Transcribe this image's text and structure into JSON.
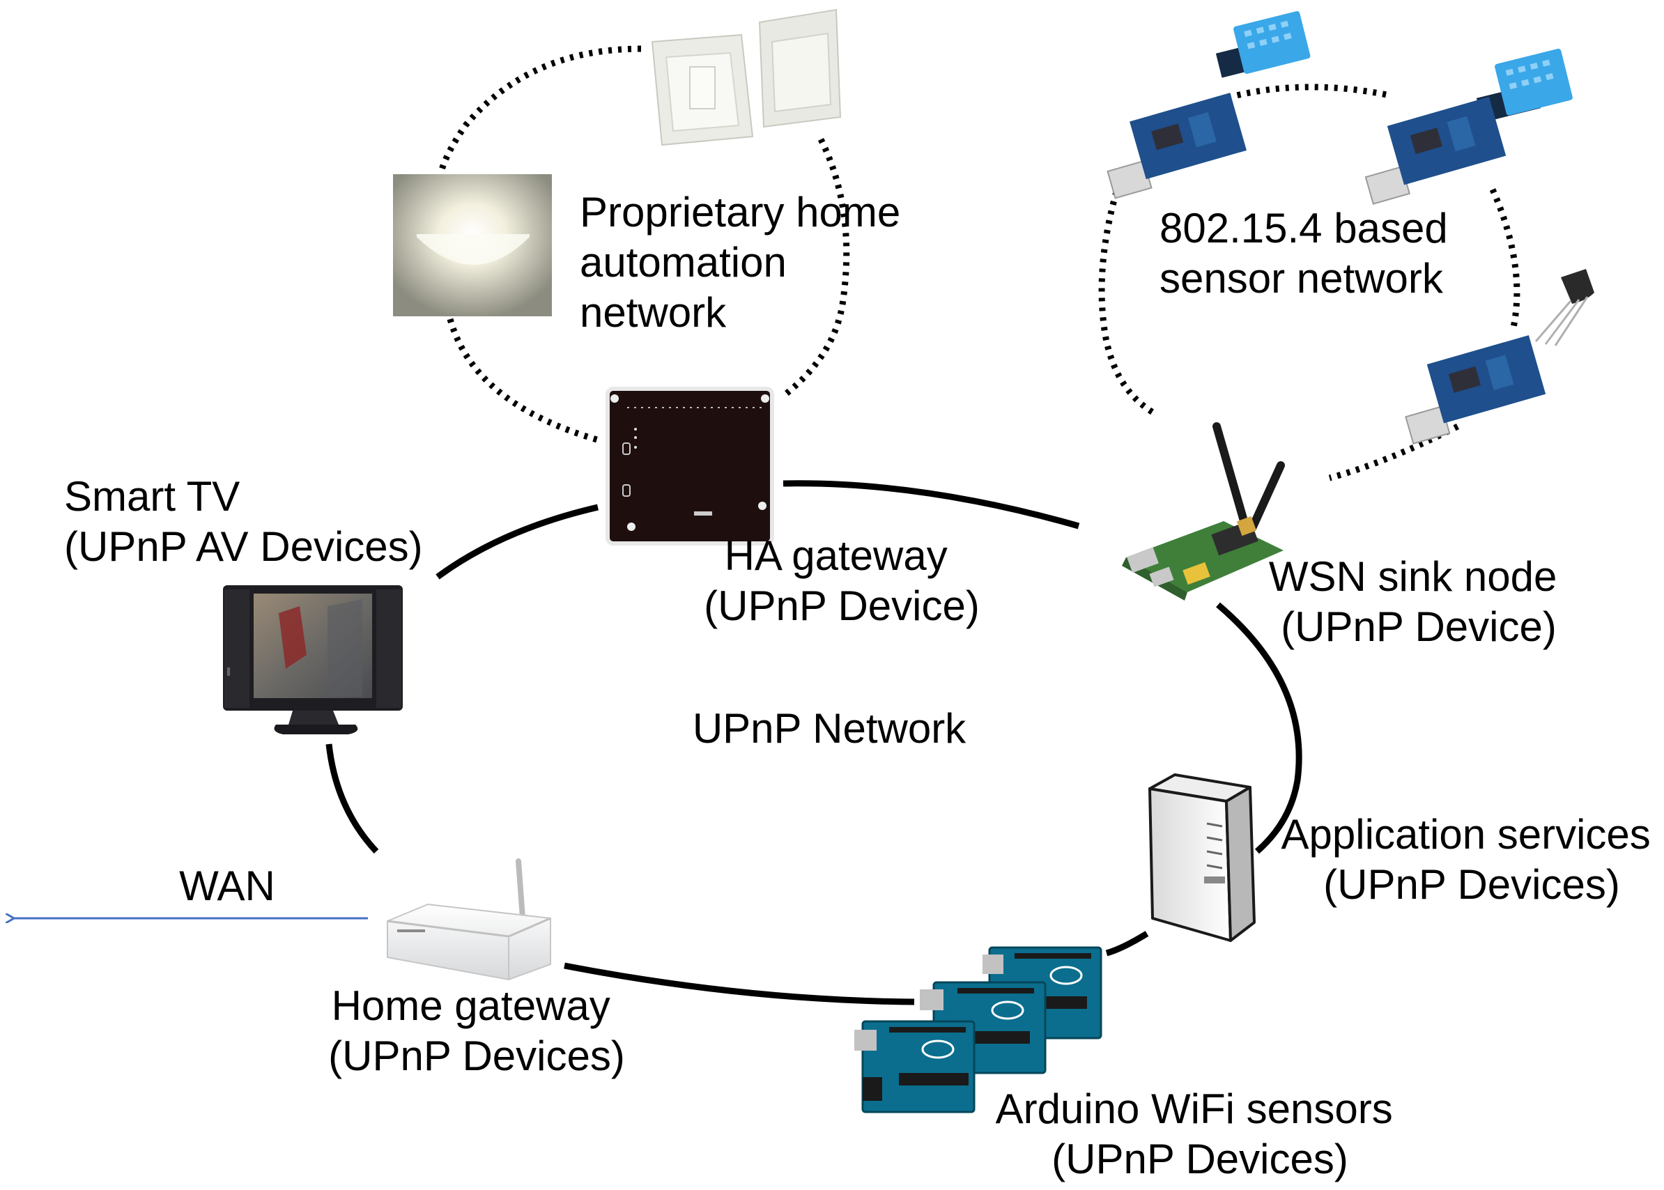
{
  "labels": {
    "proprietary_network": [
      "Proprietary home",
      "automation",
      "network"
    ],
    "sensor_network": [
      "802.15.4 based",
      "sensor network"
    ],
    "smart_tv": [
      "Smart TV",
      "(UPnP AV Devices)"
    ],
    "ha_gateway": [
      "HA gateway",
      "(UPnP Device)"
    ],
    "wsn_sink": [
      "WSN sink node",
      "(UPnP Device)"
    ],
    "upnp_network": "UPnP Network",
    "app_services": [
      "Application services",
      "(UPnP Devices)"
    ],
    "wan": "WAN",
    "home_gateway": [
      "Home gateway",
      "(UPnP Devices)"
    ],
    "arduino": [
      "Arduino WiFi sensors",
      "(UPnP Devices)"
    ]
  },
  "icons": [
    "wall-switch-icon",
    "wall-lamp-icon",
    "ha-gateway-box-icon",
    "dht11-sensor-icon",
    "zigbee-usb-dongle-icon",
    "temperature-sensor-icon",
    "raspberry-pi-sink-icon",
    "smart-tv-icon",
    "server-tower-icon",
    "wifi-router-icon",
    "arduino-board-icon",
    "wan-arrow-icon"
  ],
  "colors": {
    "ring": "#000000",
    "wan_arrow": "#4472c4",
    "sensor_blue": "#3aa7e8",
    "pcb_blue": "#1f4f8c",
    "arduino_teal": "#0b6e8e"
  }
}
